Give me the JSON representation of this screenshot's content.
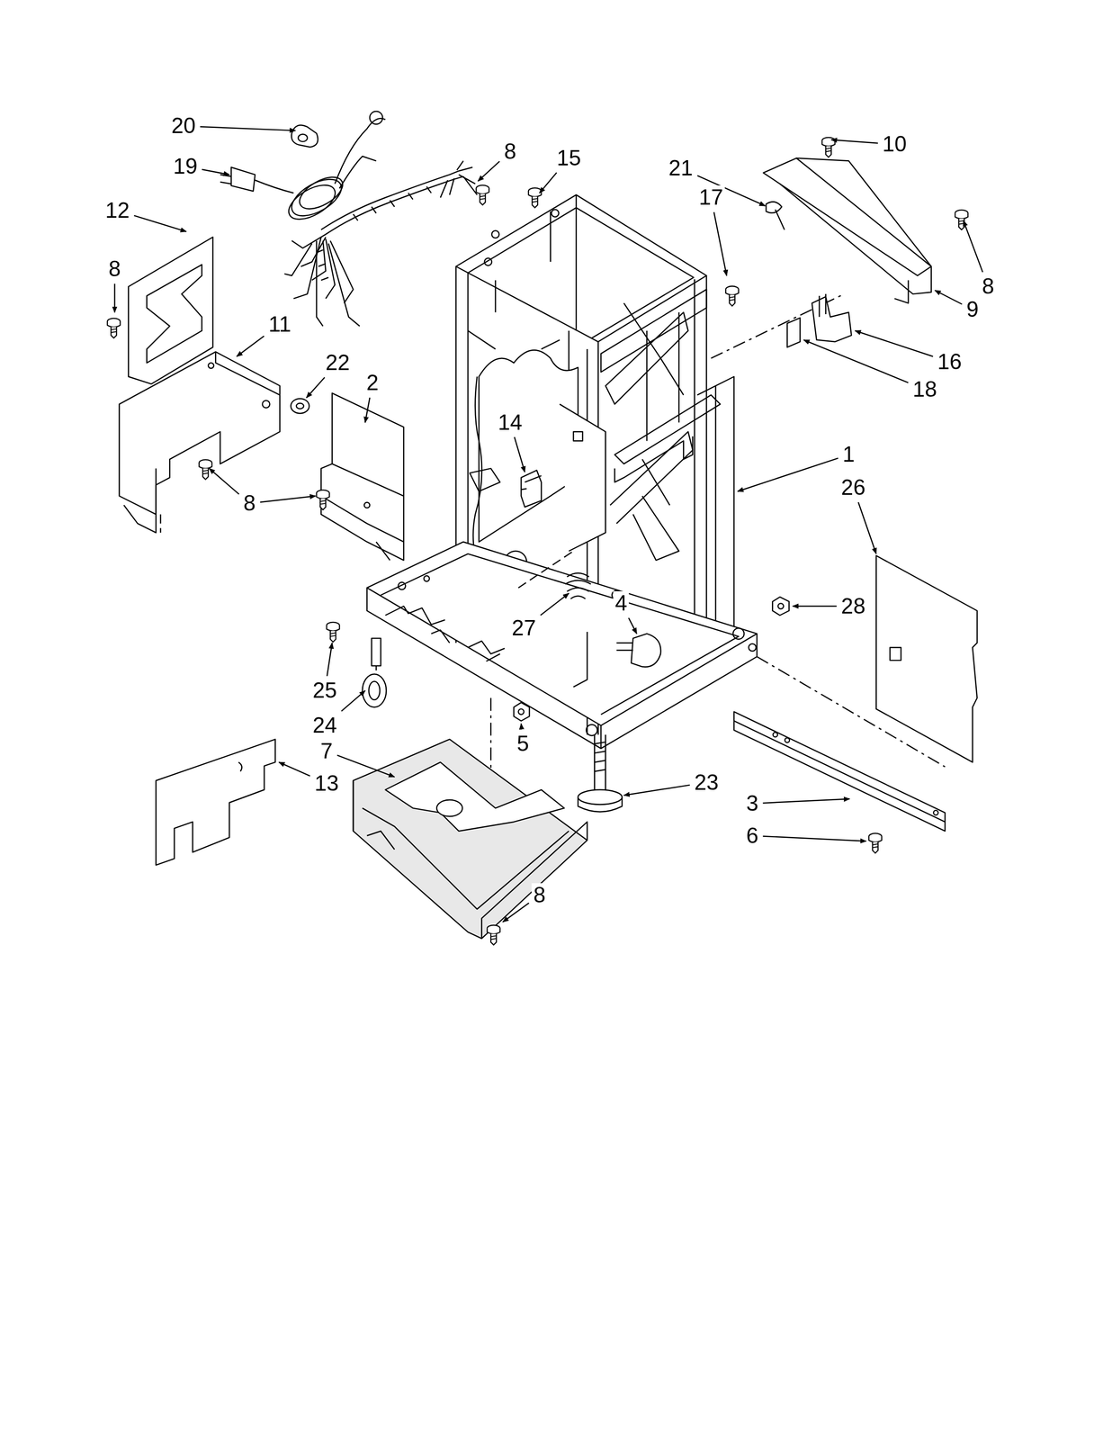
{
  "diagram": {
    "labels": [
      "20",
      "19",
      "8",
      "15",
      "21",
      "17",
      "10",
      "12",
      "8",
      "11",
      "22",
      "2",
      "14",
      "8",
      "9",
      "16",
      "18",
      "1",
      "26",
      "8",
      "27",
      "4",
      "28",
      "25",
      "24",
      "5",
      "23",
      "7",
      "13",
      "3",
      "6",
      "8"
    ]
  }
}
